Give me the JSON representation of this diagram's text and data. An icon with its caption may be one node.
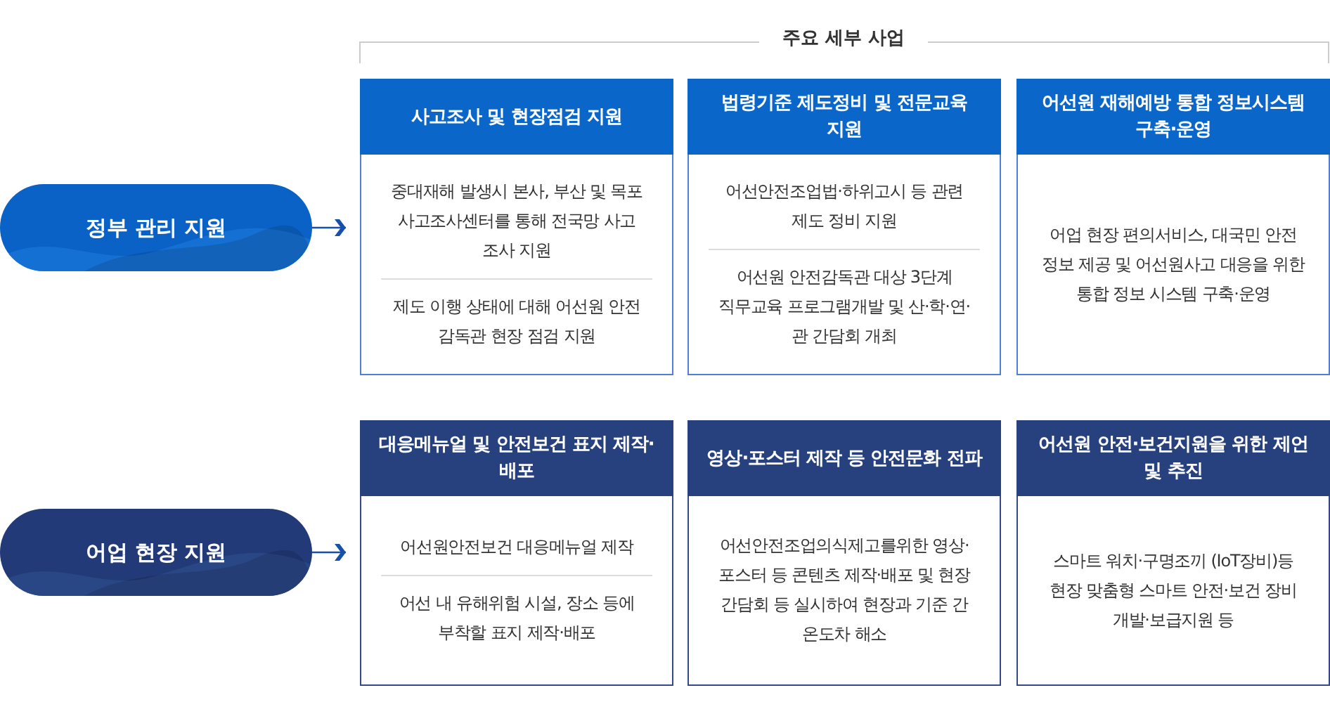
{
  "diagram": {
    "nodes": [
      {
        "text": [
          "정부 관리 지원"
        ]
      },
      {
        "text": [
          "사고조사 및 현장점검 지원",
          "중대재해 발생시 본사, 부산 및 목포 사고조사센터를 통해 전국망 사고 조사 지원",
          "제도 이행 상태에 대해 어선원 안전 감독관 현장 점검 지원"
        ]
      },
      {
        "text": [
          "법령기준 제도정비 및 전문교육 지원",
          "어선안전조업법·하위고시 등 관련 제도 정비 지원",
          "어선원 안전감독관 대상 3단계 직무교육 프로그램개발 및 산·학·연·관 간담회 개최"
        ]
      },
      {
        "text": [
          "어선원 재해예방 통합 정보시스템 구축·운영",
          "어업 현장 편의서비스, 대국민 안전 정보 제공 및 어선원사고 대응을 위한 통합 정보 시스템 구축·운영"
        ]
      },
      {
        "text": [
          "어업 현장 지원"
        ]
      },
      {
        "text": [
          "대응메뉴얼 및 안전보건 표지 제작· 배포",
          "어선원안전보건 대응메뉴얼 제작",
          "어선 내 유해위험 시설, 장소 등에 부착할 표지 제작·배포"
        ]
      },
      {
        "text": [
          "영상·포스터 제작 등 안전문화 전파",
          "어선안전조업의식제고를위한 영상·포스터 등 콘텐츠 제작·배포 및 현장 간담회 등 실시하여 현장과 기준 간 온도차 해소"
        ]
      },
      {
        "text": [
          "어선원 안전·보건지원을 위한 제언 및 추진",
          "스마트 워치·구명조끼 (IoT장비)등 현장 맞춤형 스마트 안전·보건 장비 개발·보급지원 등"
        ]
      }
    ],
    "edges": [
      {
        "from": 0,
        "to": 1,
        "arrow": "to"
      },
      {
        "from": 4,
        "to": 5,
        "arrow": "to"
      }
    ],
    "labels": [
      "주요 세부 사업"
    ]
  }
}
